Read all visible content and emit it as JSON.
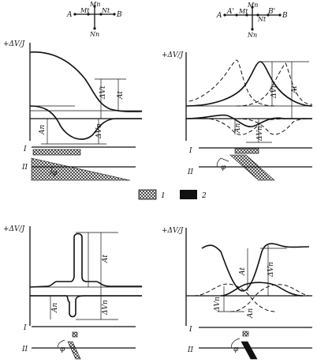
{
  "labels": {
    "A": "A",
    "B": "B",
    "A_prime": "A'",
    "B_prime": "B'",
    "Mn": "Mn",
    "Mt": "Mt",
    "Nt": "Nt",
    "Nn": "Nn",
    "y_axis": "+ΔV/J",
    "At": "At",
    "An": "An",
    "dVt": "ΔVt",
    "dVn": "ΔVn",
    "phi": "φ",
    "layer_I": "I",
    "layer_II": "II",
    "legend_1": "1",
    "legend_2": "2"
  },
  "colors": {
    "ink": "#111111",
    "background": "#ffffff"
  }
}
